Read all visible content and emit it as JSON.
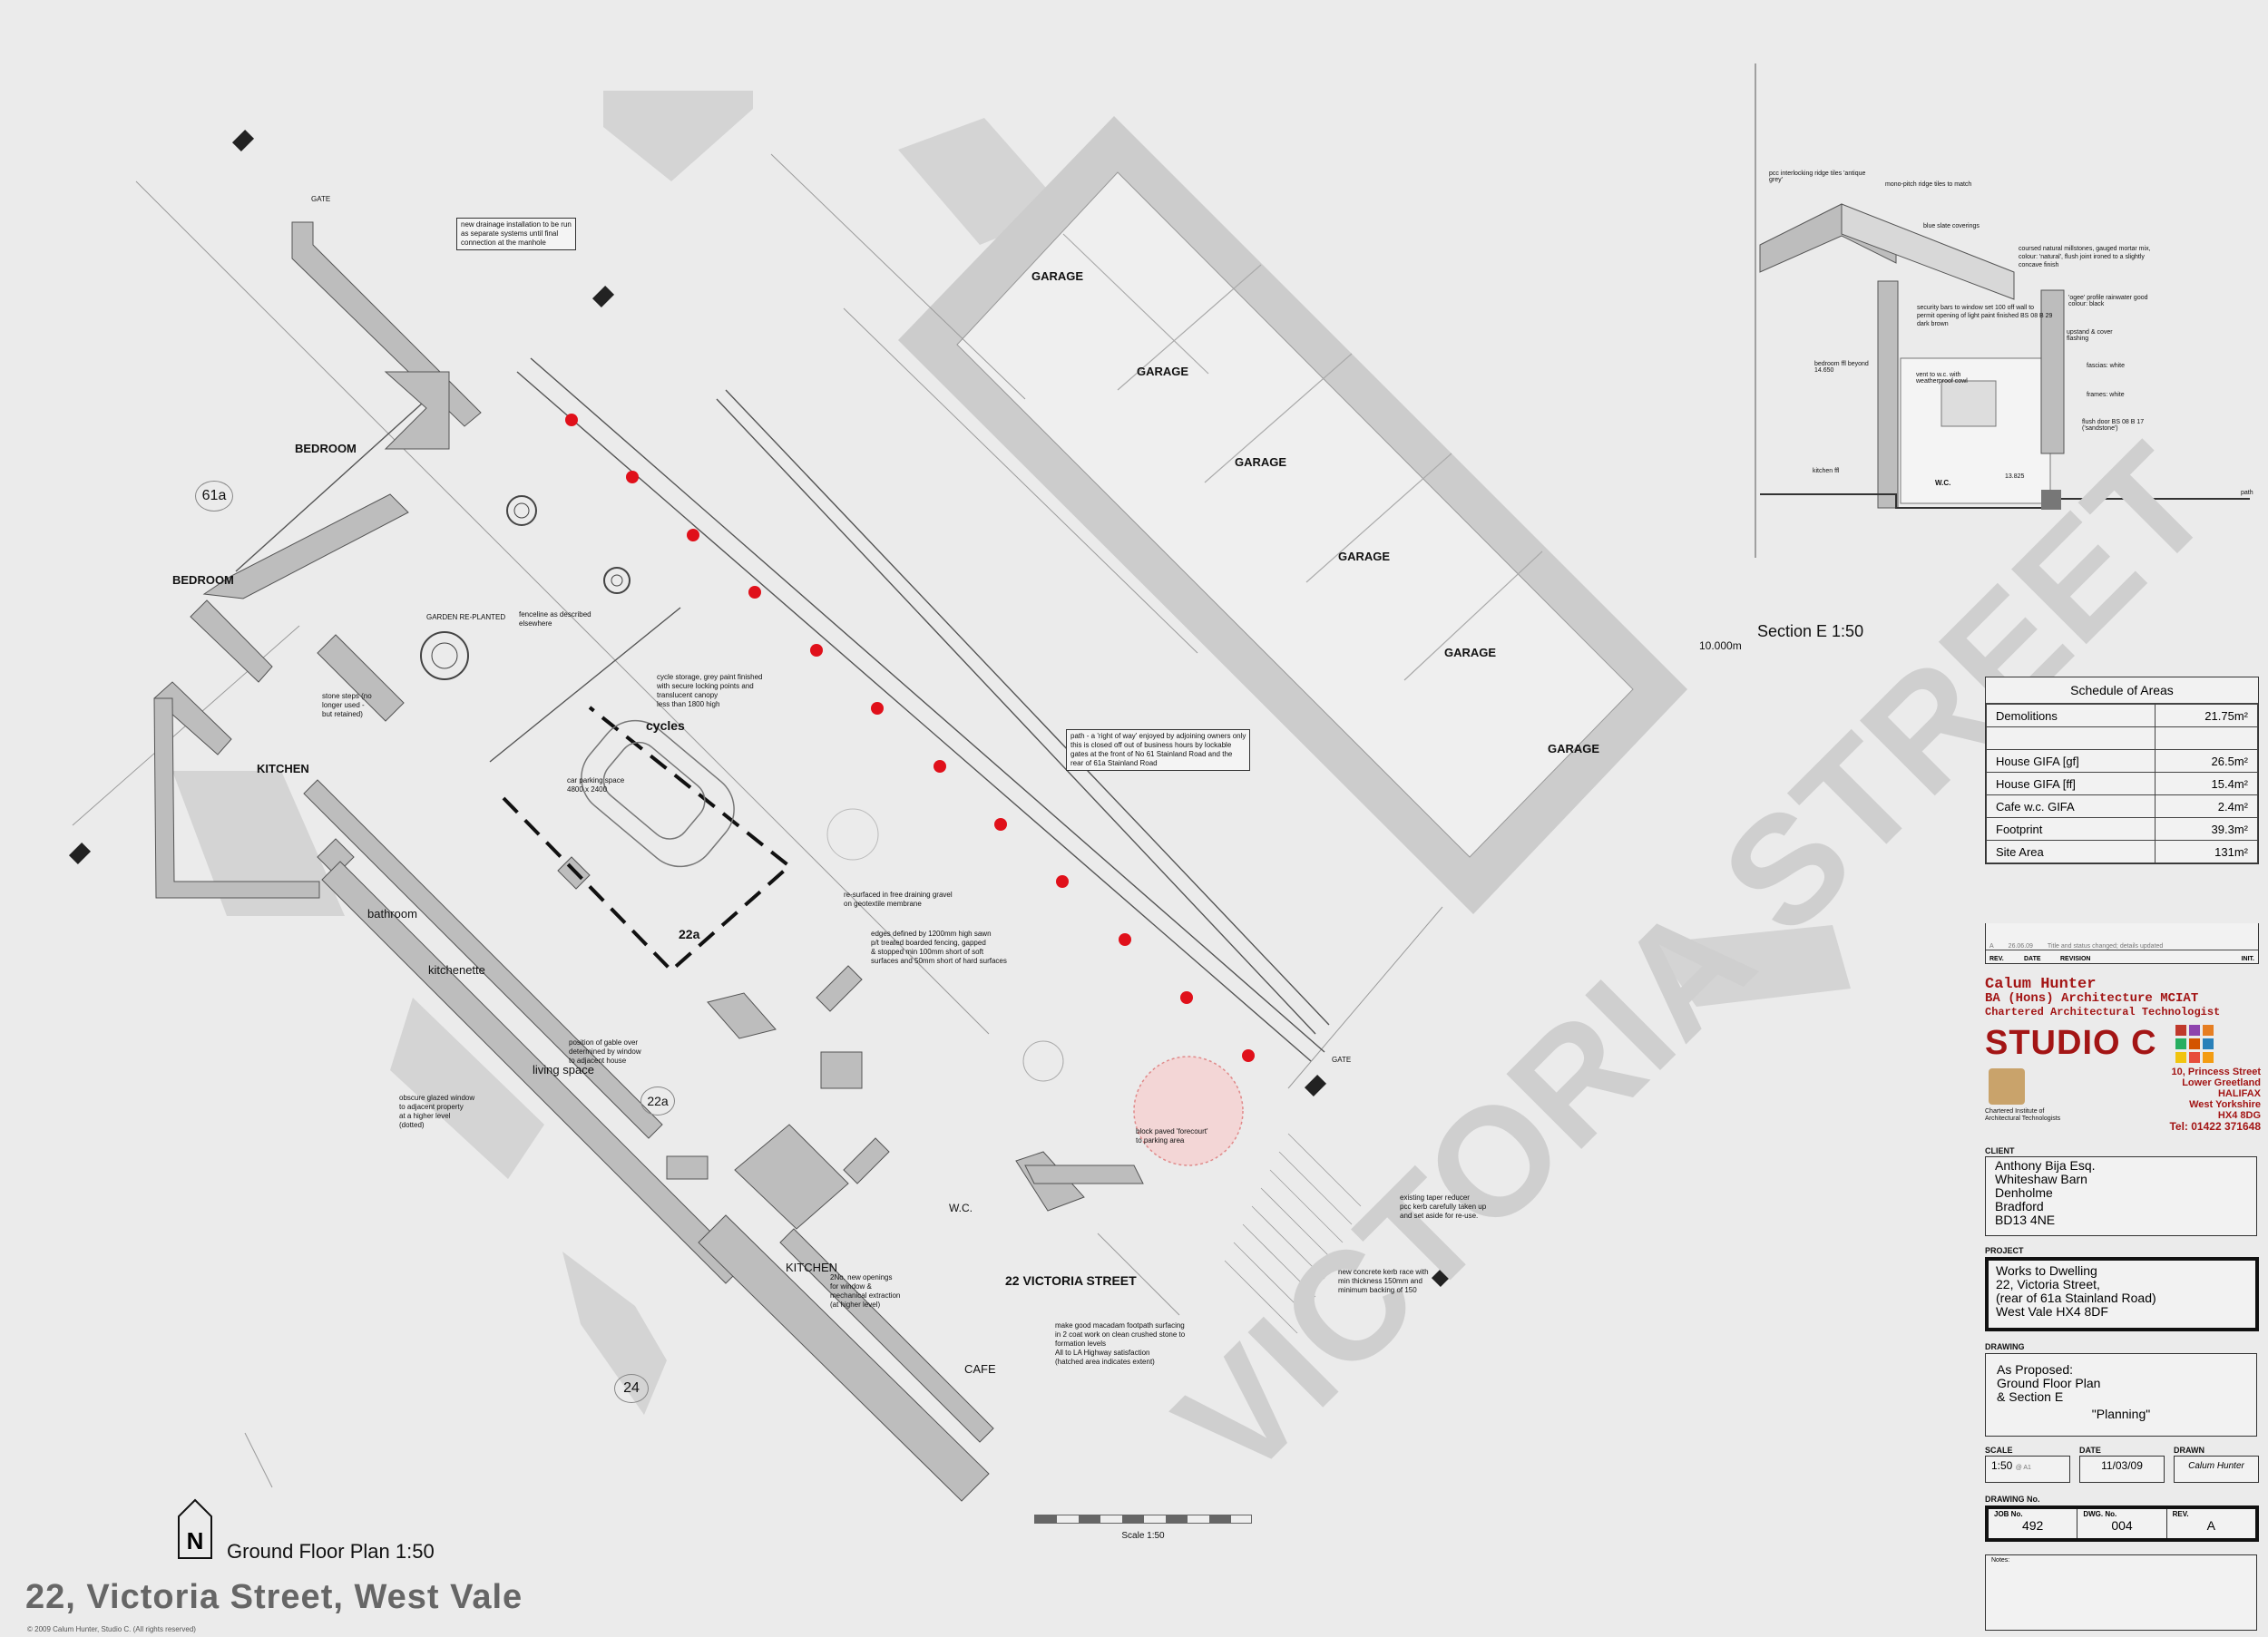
{
  "drawing": {
    "title": "Ground Floor Plan 1:50",
    "address_banner": "22, Victoria Street, West Vale",
    "copyright": "© 2009 Calum Hunter, Studio C. (All rights reserved)",
    "scale_bar_label": "Scale 1:50",
    "section_title": "Section E 1:50",
    "section_level": "10.000m",
    "street_name_large": "VICTORIA STREET",
    "street_name_small": "22 VICTORIA STREET"
  },
  "rooms": {
    "bedroom_1": "BEDROOM",
    "bedroom_2": "BEDROOM",
    "kitchen_61a": "KITCHEN",
    "plot_61a": "61a",
    "bathroom": "bathroom",
    "kitchenette": "kitchenette",
    "living": "living space",
    "plot_22a_circle": "22a",
    "plot_22a": "22a",
    "cycles": "cycles",
    "kitchen_cafe": "KITCHEN",
    "wc": "W.C.",
    "cafe": "CAFE",
    "plot_24": "24",
    "garden": "GARDEN RE-PLANTED",
    "gate_1": "GATE",
    "gate_2": "GATE"
  },
  "garages": [
    "GARAGE",
    "GARAGE",
    "GARAGE",
    "GARAGE",
    "GARAGE",
    "GARAGE"
  ],
  "notes": {
    "drainage": [
      "new drainage installation to be run",
      "as separate systems until final",
      "connection at the manhole"
    ],
    "right_of_way": [
      "path - a 'right of way' enjoyed by adjoining owners only",
      "this is closed off out of business hours by lockable",
      "gates at the front of No 61 Stainland Road and the",
      "rear of 61a Stainland Road"
    ],
    "cycle": [
      "cycle storage, grey paint finished",
      "with secure locking points and",
      "translucent canopy",
      "less than 1800 high"
    ],
    "parking": [
      "car parking space",
      "4800 x 2400"
    ],
    "gravel": [
      "re-surfaced in free draining gravel",
      "on geotextile membrane"
    ],
    "edges": [
      "edges defined by 1200mm high sawn",
      "p/t treated boarded fencing, gapped",
      "& stopped min 100mm short of soft",
      "surfaces and 50mm short of hard surfaces"
    ],
    "obscure": [
      "obscure glazed window",
      "to adjacent property",
      "at a higher level",
      "(dotted)"
    ],
    "gable": [
      "position of gable over",
      "determined by window",
      "to adjacent house"
    ],
    "macadam": [
      "make good macadam footpath surfacing",
      "in 2 coat work on clean crushed stone to",
      "formation levels",
      "All to LA Highway satisfaction",
      "(hatched area indicates extent)"
    ],
    "kerb": [
      "new concrete kerb race with",
      "min thickness 150mm and",
      "minimum backing of 150"
    ],
    "taper": [
      "existing taper reducer",
      "pcc kerb carefully taken up",
      "and set aside for re-use."
    ],
    "forecourt": [
      "block paved 'forecourt'",
      "to parking area"
    ],
    "kitchen_vent": [
      "2No. new openings",
      "for window &",
      "mechanical extraction",
      "(at higher level)"
    ],
    "fenceline": [
      "fenceline as described",
      "elsewhere"
    ],
    "stone_steps": [
      "stone steps (no",
      "longer used -",
      "but retained)"
    ]
  },
  "section_notes": [
    "pcc interlocking ridge tiles 'antique grey'",
    "mono-pitch ridge tiles to match",
    "blue slate coverings",
    "coursed natural millstones, gauged mortar mix, colour: 'natural', flush joint ironed to a slightly concave finish",
    "security bars to window set 100 off wall to permit opening of light paint finished BS 08 B 29 dark brown",
    "bedroom ffl beyond 14.650",
    "vent to w.c. with weatherproof cowl",
    "'ogee' profile rainwater good colour: black",
    "upstand & cover flashing",
    "fascias: white",
    "frames: white",
    "flush door BS 08 B 17 ('sandstone')",
    "kitchen ffl",
    "W.C.",
    "13.825",
    "path"
  ],
  "schedule": {
    "heading": "Schedule of Areas",
    "rows": [
      {
        "label": "Demolitions",
        "value": "21.75m²"
      },
      {
        "label": "",
        "value": ""
      },
      {
        "label": "House GIFA [gf]",
        "value": "26.5m²"
      },
      {
        "label": "House GIFA [ff]",
        "value": "15.4m²"
      },
      {
        "label": "Cafe w.c. GIFA",
        "value": "2.4m²"
      },
      {
        "label": "Footprint",
        "value": "39.3m²"
      },
      {
        "label": "Site Area",
        "value": "131m²"
      }
    ]
  },
  "revision": {
    "row": [
      "A",
      "26.06.09",
      "Title and status changed; details updated"
    ],
    "headers": [
      "REV.",
      "DATE",
      "REVISION",
      "INIT."
    ]
  },
  "firm": {
    "name_line": "Calum Hunter",
    "quals": "BA (Hons) Architecture MCIAT",
    "profession": "Chartered Architectural Technologist",
    "studio": "STUDIO C",
    "address": [
      "10, Princess Street",
      "Lower Greetland",
      "HALIFAX",
      "West Yorkshire",
      "HX4 8DG"
    ],
    "tel": "Tel: 01422 371648",
    "institute": [
      "Chartered Institute of",
      "Architectural Technologists"
    ],
    "logo_colors": [
      "#c0392b",
      "#8e44ad",
      "#e67e22",
      "#27ae60",
      "#d35400",
      "#2980b9",
      "#f1c40f",
      "#e74c3c",
      "#f39c12"
    ]
  },
  "client": {
    "label": "CLIENT",
    "lines": [
      "Anthony Bija Esq.",
      "Whiteshaw Barn",
      "Denholme",
      "Bradford",
      "BD13 4NE"
    ]
  },
  "project": {
    "label": "PROJECT",
    "lines": [
      "Works to Dwelling",
      "22, Victoria Street,",
      "(rear of 61a Stainland Road)",
      "West Vale HX4 8DF"
    ]
  },
  "drawing_box": {
    "label": "DRAWING",
    "lines": [
      "As Proposed:",
      "Ground Floor Plan",
      "& Section E"
    ],
    "status": "\"Planning\""
  },
  "meta": {
    "scale_label": "SCALE",
    "scale": "1:50",
    "scale_sub": "@ A1",
    "date_label": "DATE",
    "date": "11/03/09",
    "drawn_label": "DRAWN",
    "drawn": "Calum Hunter",
    "drawing_no_label": "DRAWING No.",
    "job_label": "JOB No.",
    "job": "492",
    "dwg_label": "DWG. No.",
    "dwg": "004",
    "rev_label": "REV.",
    "rev": "A",
    "notes_label": "Notes:"
  },
  "colors": {
    "background": "#ebebeb",
    "shadow": "#d3d3d3",
    "wall": "#b9b9b9",
    "bollard": "#e0101a",
    "firm_red": "#a31515"
  }
}
